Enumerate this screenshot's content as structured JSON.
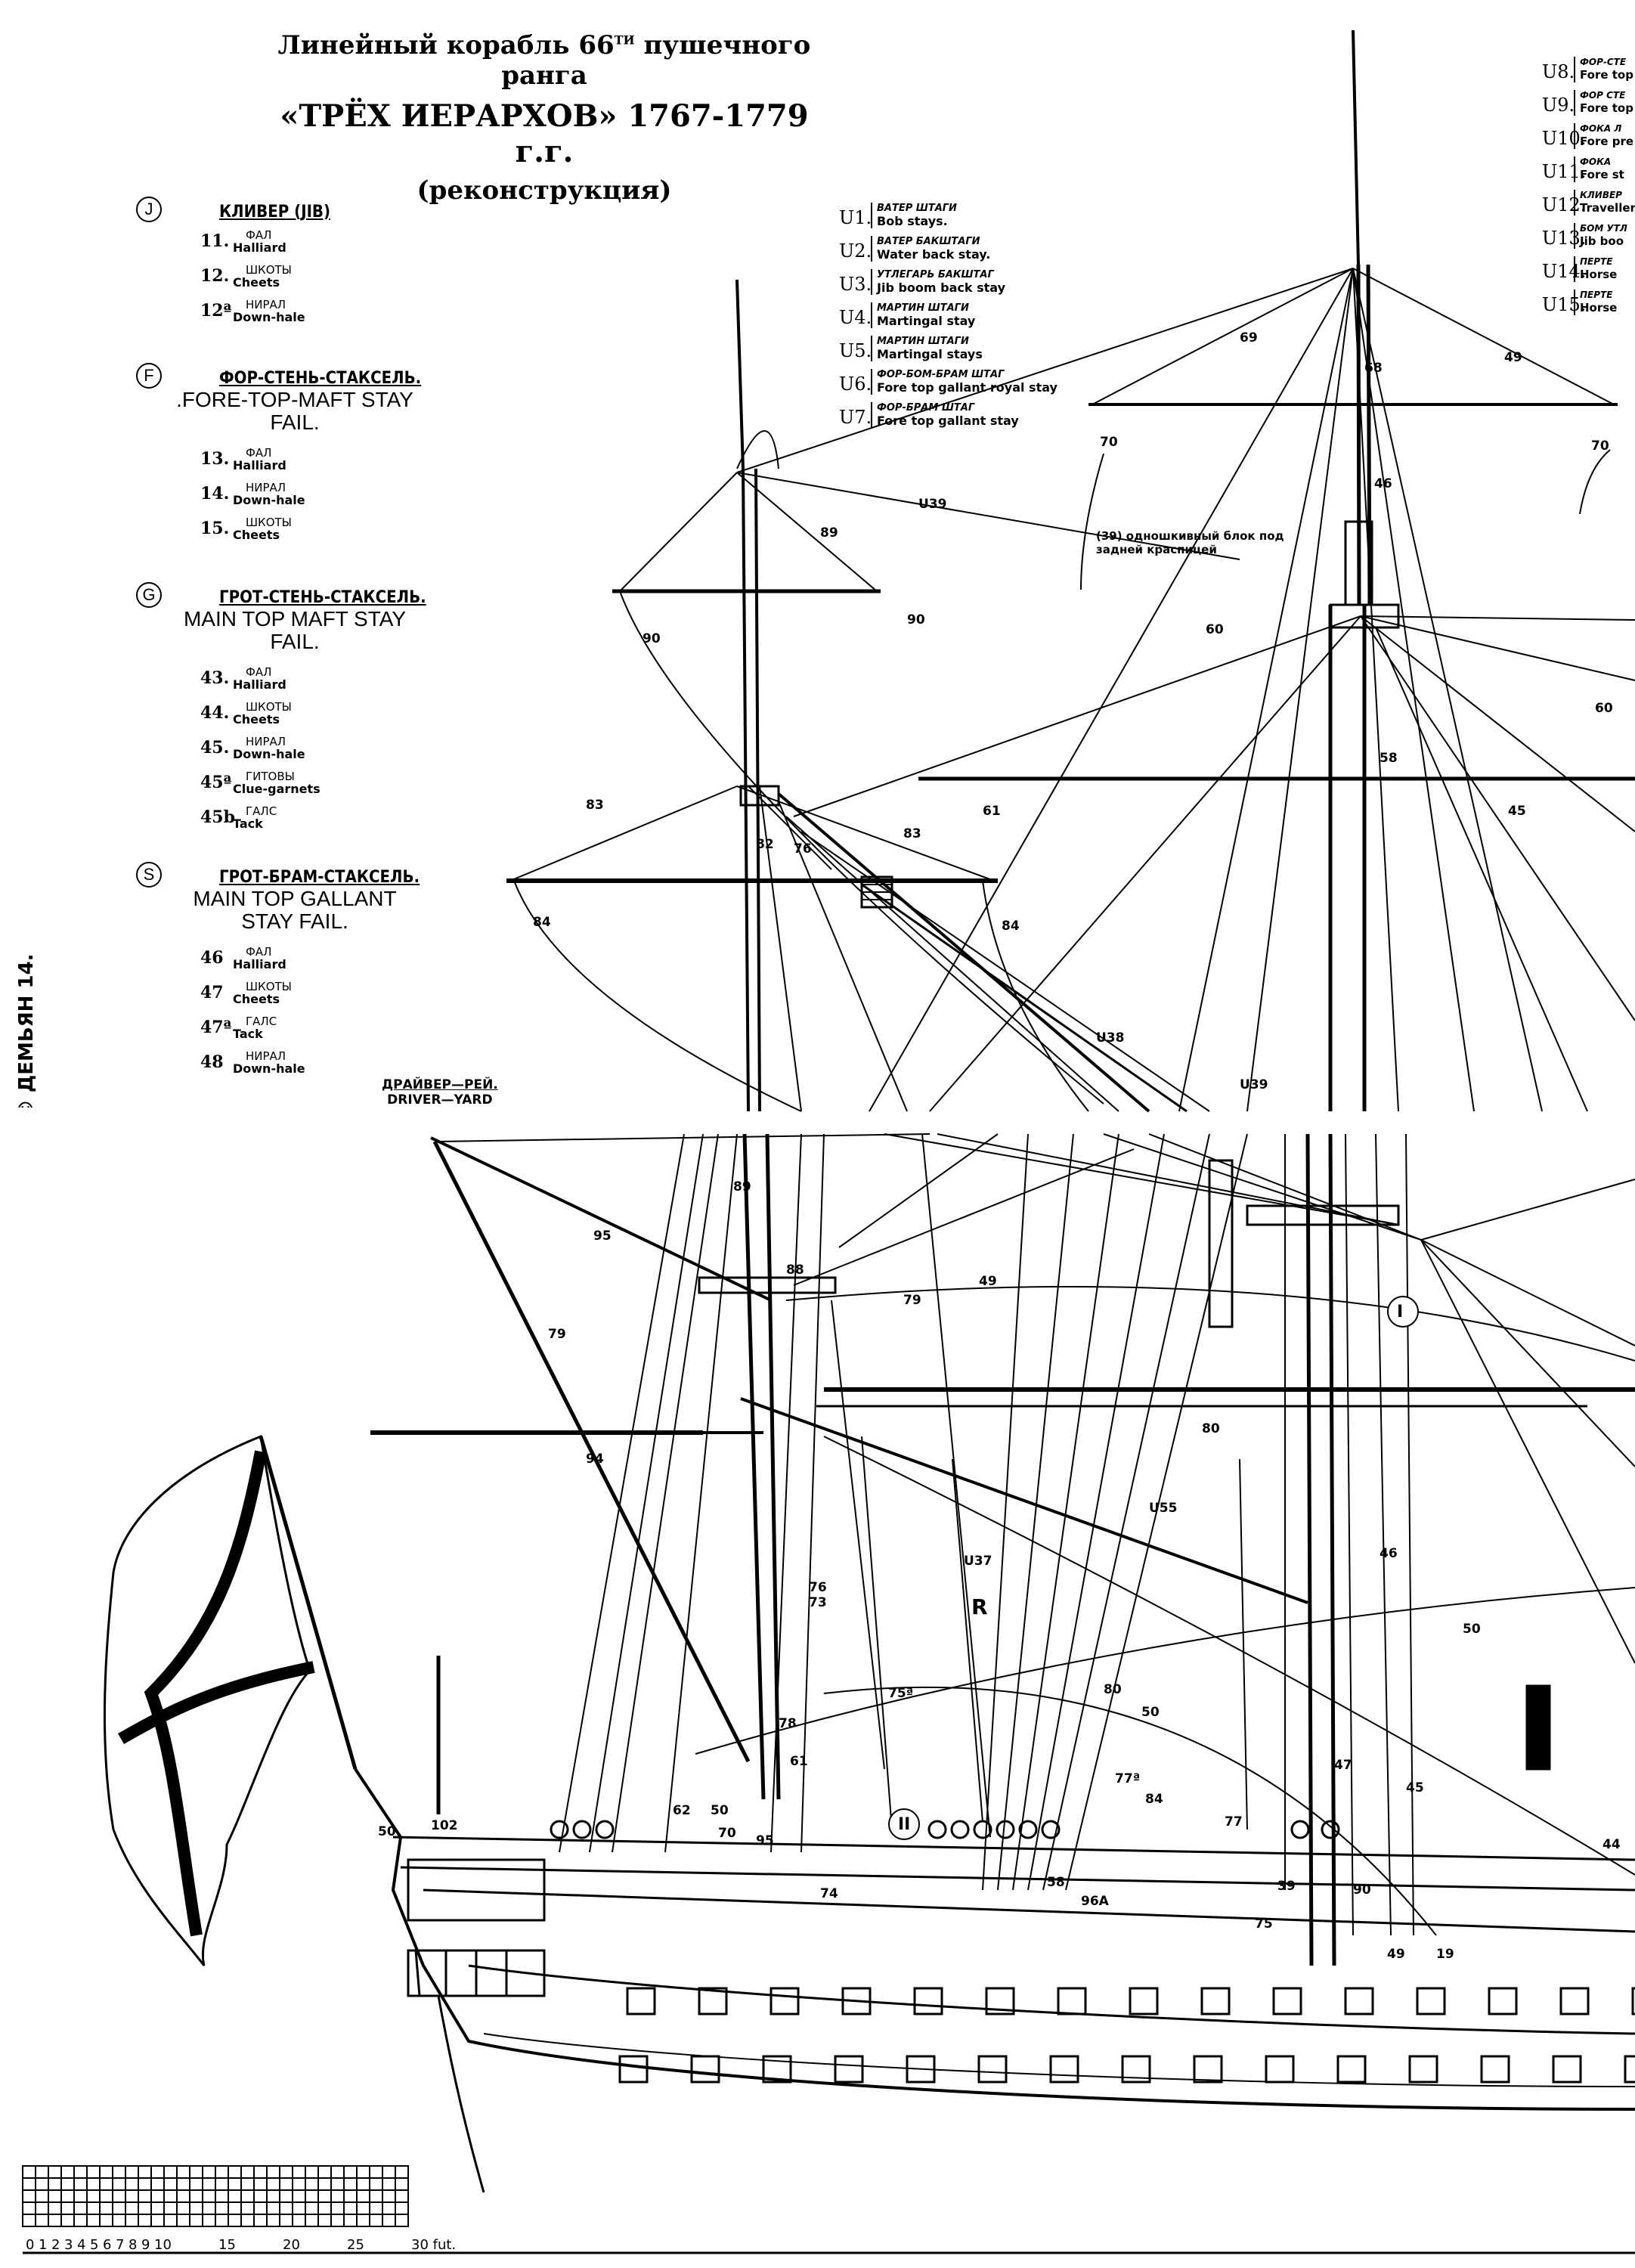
{
  "title": {
    "line1": "Линейный корабль 66",
    "line1_sup": "ТИ",
    "line1_end": "пушечного ранга",
    "line2": "«ТРЁХ ИЕРАРХОВ» 1767-1779 г.г.",
    "line3": "(реконструкция)"
  },
  "side_caption": "© ДЕМЬЯН  14.",
  "legend_groups": [
    {
      "symbol": "J",
      "title_ru": "КЛИВЕР (JIB)",
      "title_en": "",
      "items": [
        {
          "num": "11.",
          "ru": "ФАЛ",
          "en": "Halliard"
        },
        {
          "num": "12.",
          "ru": "ШКОТЫ",
          "en": "Cheets"
        },
        {
          "num": "12ª",
          "ru": "НИРАЛ",
          "en": "Down-hale"
        }
      ]
    },
    {
      "symbol": "F",
      "title_ru": "ФОР-СТЕНЬ-СТАКСЕЛЬ.",
      "title_en": ".FORE-TOP-MAFT STAY FAIL.",
      "items": [
        {
          "num": "13.",
          "ru": "ФАЛ",
          "en": "Halliard"
        },
        {
          "num": "14.",
          "ru": "НИРАЛ",
          "en": "Down-hale"
        },
        {
          "num": "15.",
          "ru": "ШКОТЫ",
          "en": "Cheets"
        }
      ]
    },
    {
      "symbol": "G",
      "title_ru": "ГРОТ-СТЕНЬ-СТАКСЕЛЬ.",
      "title_en": "MAIN TOP MAFT STAY FAIL.",
      "items": [
        {
          "num": "43.",
          "ru": "ФАЛ",
          "en": "Halliard"
        },
        {
          "num": "44.",
          "ru": "ШКОТЫ",
          "en": "Cheets"
        },
        {
          "num": "45.",
          "ru": "НИРАЛ",
          "en": "Down-hale"
        },
        {
          "num": "45ª",
          "ru": "ГИТОВЫ",
          "en": "Clue-garnets"
        },
        {
          "num": "45b",
          "ru": "ГАЛС",
          "en": "Tack"
        }
      ]
    },
    {
      "symbol": "S",
      "title_ru": "ГРОТ-БРАМ-СТАКСЕЛЬ.",
      "title_en": "MAIN TOP GALLANT STAY FAIL.",
      "items": [
        {
          "num": "46",
          "ru": "ФАЛ",
          "en": "Halliard"
        },
        {
          "num": "47",
          "ru": "ШКОТЫ",
          "en": "Cheets"
        },
        {
          "num": "47ª",
          "ru": "ГАЛС",
          "en": "Tack"
        },
        {
          "num": "48",
          "ru": "НИРАЛ",
          "en": "Down-hale"
        }
      ]
    }
  ],
  "u_list": [
    {
      "code": "U1.",
      "ru": "ВАТЕР ШТАГИ",
      "en": "Bob stays."
    },
    {
      "code": "U2.",
      "ru": "ВАТЕР БАКШТАГИ",
      "en": "Water back stay."
    },
    {
      "code": "U3.",
      "ru": "УТЛЕГАРЬ БАКШТАГ",
      "en": "Jib boom back stay"
    },
    {
      "code": "U4.",
      "ru": "МАРТИН ШТАГИ",
      "en": "Martingal stay"
    },
    {
      "code": "U5.",
      "ru": "МАРТИН ШТАГИ",
      "en": "Martingal stays"
    },
    {
      "code": "U6.",
      "ru": "ФОР-БОМ-БРАМ ШТАГ",
      "en": "Fore top gallant royal stay"
    },
    {
      "code": "U7.",
      "ru": "ФОР-БРАМ ШТАГ",
      "en": "Fore top gallant stay"
    }
  ],
  "u_list_right": [
    {
      "code": "U8.",
      "ru": "ФОР-СТЕ",
      "en": "Fore top"
    },
    {
      "code": "U9.",
      "ru": "ФОР СТЕ",
      "en": "Fore top"
    },
    {
      "code": "U10.",
      "ru": "ФОКА Л",
      "en": "Fore pre"
    },
    {
      "code": "U11.",
      "ru": "ФОКА",
      "en": "Fore st"
    },
    {
      "code": "U12.",
      "ru": "КЛИВЕР",
      "en": "Traveller"
    },
    {
      "code": "U13.",
      "ru": "БОМ УТЛ",
      "en": "Jib boo"
    },
    {
      "code": "U14.",
      "ru": "ПЕРТЕ",
      "en": "Horse"
    },
    {
      "code": "U15.",
      "ru": "ПЕРТЕ",
      "en": "Horse"
    }
  ],
  "block_note": "(39) одношкивный блок под задней краспицей",
  "driver_yard_ru": "ДРАЙВЕР—РЕЙ.",
  "driver_yard_en": "DRIVER—YARD",
  "scale": {
    "ticks": [
      "0",
      "1",
      "2",
      "3",
      "4",
      "5",
      "6",
      "7",
      "8",
      "9",
      "10",
      "15",
      "20",
      "25",
      "30 fut."
    ]
  },
  "diagram_labels": {
    "upper": [
      "89",
      "U39",
      "90",
      "90",
      "83",
      "84",
      "82",
      "76",
      "83",
      "61",
      "84",
      "U38",
      "U39",
      "69",
      "68",
      "46",
      "70",
      "70",
      "60",
      "58",
      "45",
      "60",
      "49"
    ],
    "lower": [
      "95",
      "79",
      "94",
      "89",
      "88",
      "79",
      "49",
      "80",
      "U55",
      "U37",
      "R",
      "76",
      "73",
      "75ª",
      "78",
      "61",
      "80",
      "50",
      "77ª",
      "84",
      "77",
      "46",
      "50",
      "47",
      "45",
      "44",
      "90",
      "49",
      "19",
      "39",
      "75",
      "58",
      "96A",
      "102",
      "50",
      "70",
      "95",
      "62",
      "50",
      "74",
      "I",
      "II"
    ]
  },
  "colors": {
    "ink": "#000000",
    "paper": "#ffffff"
  }
}
